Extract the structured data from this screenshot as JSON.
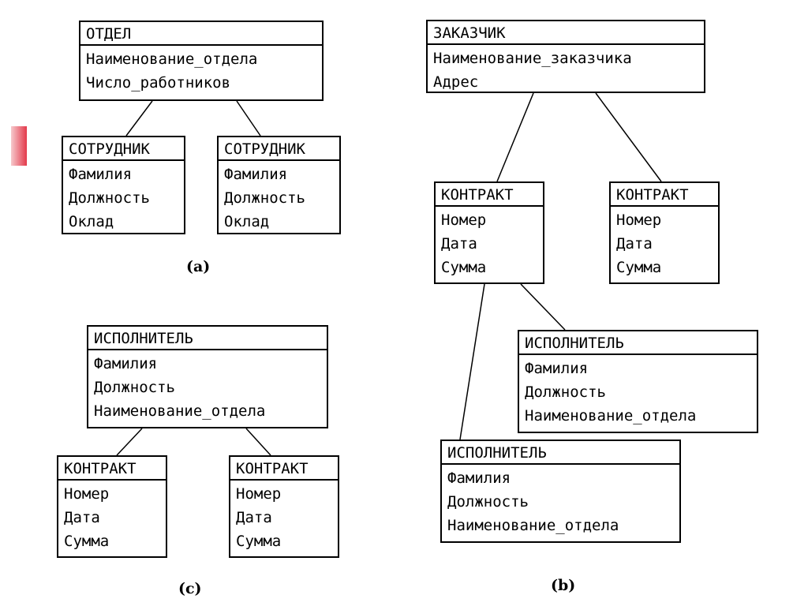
{
  "colors": {
    "accent": "#e3394b",
    "line": "#000000",
    "background": "#ffffff"
  },
  "diagrams": {
    "a": {
      "caption": "(a)",
      "otdel": {
        "title": "ОТДЕЛ",
        "attrs": [
          "Наименование_отдела",
          "Число_работников"
        ]
      },
      "sotrudnik1": {
        "title": "СОТРУДНИК",
        "attrs": [
          "Фамилия",
          "Должность",
          "Оклад"
        ]
      },
      "sotrudnik2": {
        "title": "СОТРУДНИК",
        "attrs": [
          "Фамилия",
          "Должность",
          "Оклад"
        ]
      }
    },
    "b": {
      "caption": "(b)",
      "zakazchik": {
        "title": "ЗАКАЗЧИК",
        "attrs": [
          "Наименование_заказчика",
          "Адрес"
        ]
      },
      "kontrakt1": {
        "title": "КОНТРАКТ",
        "attrs": [
          "Номер",
          "Дата",
          "Сумма"
        ]
      },
      "kontrakt2": {
        "title": "КОНТРАКТ",
        "attrs": [
          "Номер",
          "Дата",
          "Сумма"
        ]
      },
      "ispolnitel1": {
        "title": "ИСПОЛНИТЕЛЬ",
        "attrs": [
          "Фамилия",
          "Должность",
          "Наименование_отдела"
        ]
      },
      "ispolnitel2": {
        "title": "ИСПОЛНИТЕЛЬ",
        "attrs": [
          "Фамилия",
          "Должность",
          "Наименование_отдела"
        ]
      }
    },
    "c": {
      "caption": "(c)",
      "ispolnitel": {
        "title": "ИСПОЛНИТЕЛЬ",
        "attrs": [
          "Фамилия",
          "Должность",
          "Наименование_отдела"
        ]
      },
      "kontrakt1": {
        "title": "КОНТРАКТ",
        "attrs": [
          "Номер",
          "Дата",
          "Сумма"
        ]
      },
      "kontrakt2": {
        "title": "КОНТРАКТ",
        "attrs": [
          "Номер",
          "Дата",
          "Сумма"
        ]
      }
    }
  }
}
